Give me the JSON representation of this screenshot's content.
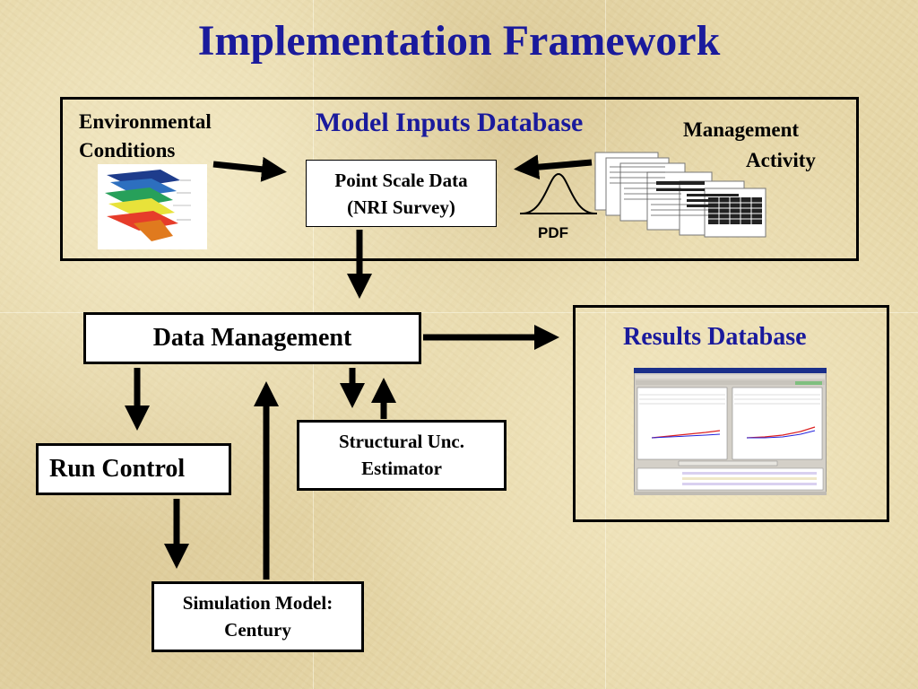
{
  "title": "Implementation Framework",
  "inputs_db": {
    "label": "Model Inputs Database",
    "env_conditions": [
      "Environmental",
      "Conditions"
    ],
    "management_activity": [
      "Management",
      "Activity"
    ],
    "point_scale": [
      "Point Scale Data",
      "(NRI Survey)"
    ],
    "pdf_label": "PDF"
  },
  "data_management": "Data Management",
  "results_db": "Results Database",
  "run_control": "Run Control",
  "structural_estimator": [
    "Structural Unc.",
    "Estimator"
  ],
  "simulation_model": [
    "Simulation Model:",
    "Century"
  ],
  "colors": {
    "title_blue": "#1a1a9c",
    "border": "#000000"
  }
}
